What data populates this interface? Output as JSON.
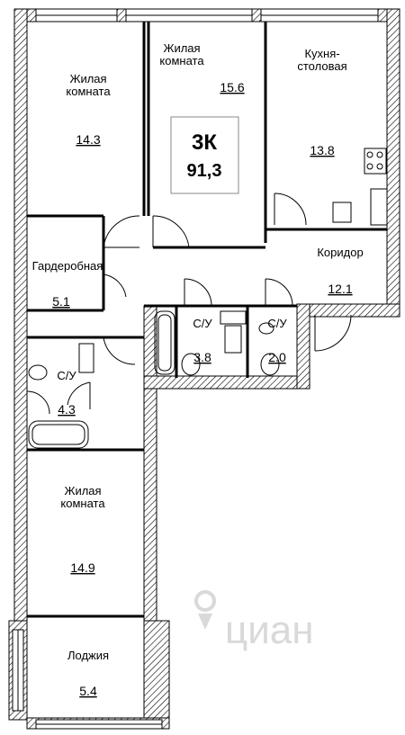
{
  "summary": {
    "rooms": "3К",
    "total_area": "91,3"
  },
  "rooms": [
    {
      "id": "living-1",
      "name": "Жилая\nкомната",
      "area": "14.3"
    },
    {
      "id": "living-2",
      "name": "Жилая\nкомната",
      "area": "15.6"
    },
    {
      "id": "kitchen",
      "name": "Кухня-\nстоловая",
      "area": "13.8"
    },
    {
      "id": "wardrobe",
      "name": "Гардеробная",
      "area": "5.1"
    },
    {
      "id": "corridor",
      "name": "Коридор",
      "area": "12.1"
    },
    {
      "id": "bath-1",
      "name": "С/У",
      "area": "3.8"
    },
    {
      "id": "bath-2",
      "name": "С/У",
      "area": "2.0"
    },
    {
      "id": "bath-3",
      "name": "С/У",
      "area": "4.3"
    },
    {
      "id": "living-3",
      "name": "Жилая\nкомната",
      "area": "14.9"
    },
    {
      "id": "loggia",
      "name": "Лоджия",
      "area": "5.4"
    }
  ],
  "watermark": "циан"
}
